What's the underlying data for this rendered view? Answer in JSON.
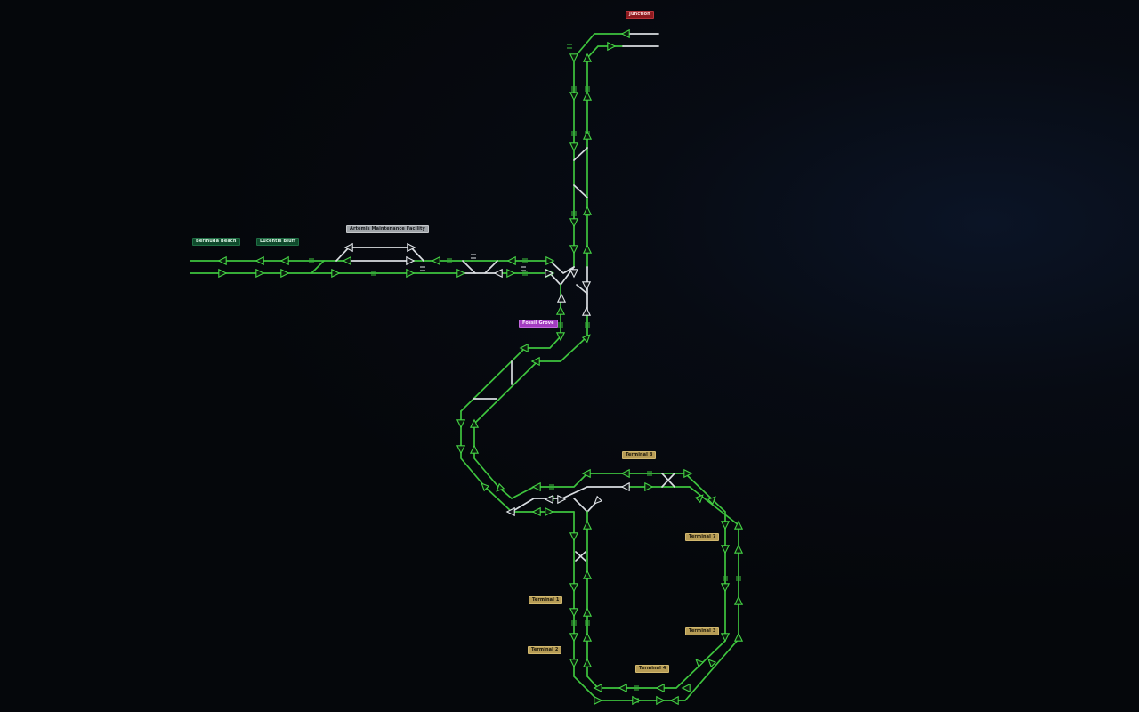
{
  "labels": {
    "bermuda_beach": "Bermuda Beach",
    "lucentis_bluff": "Lucentis Bluff",
    "maintenance": "Artemis Maintenance Facility",
    "junction": "Junction",
    "fossil_grove": "Fossil Grove",
    "terminal_8": "Terminal 8",
    "terminal_7": "Terminal 7",
    "terminal_1": "Terminal 1",
    "terminal_2": "Terminal 2",
    "terminal_3": "Terminal 3",
    "terminal_4": "Terminal 4"
  },
  "colors": {
    "background": "#05070b",
    "track_active": "#3ec43e",
    "track_inactive": "#d8dce0",
    "label_green": "#0f4a2c",
    "label_gray": "#9ea3a8",
    "label_red": "#8e1a1f",
    "label_purple": "#a23cc0",
    "label_tan": "#b79c56"
  },
  "icons": {
    "signal": "triangle-signal-icon",
    "switch": "crossover-switch-icon"
  }
}
